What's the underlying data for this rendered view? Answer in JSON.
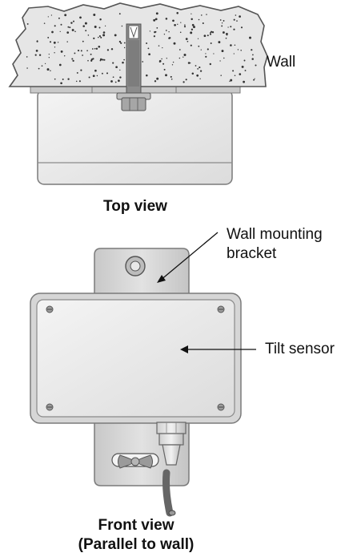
{
  "labels": {
    "wall": "Wall",
    "top_view": "Top view",
    "wall_mounting_bracket_line1": "Wall mounting",
    "wall_mounting_bracket_line2": "bracket",
    "tilt_sensor": "Tilt sensor",
    "front_view_line1": "Front view",
    "front_view_line2": "(Parallel to wall)"
  },
  "colors": {
    "concrete_fill": "#e6e6e6",
    "concrete_outline": "#555555",
    "enclosure_fill": "#ececec",
    "enclosure_edge": "#7a7a7a",
    "bolt": "#8c8c8c",
    "cable": "#666666",
    "text": "#111111"
  }
}
